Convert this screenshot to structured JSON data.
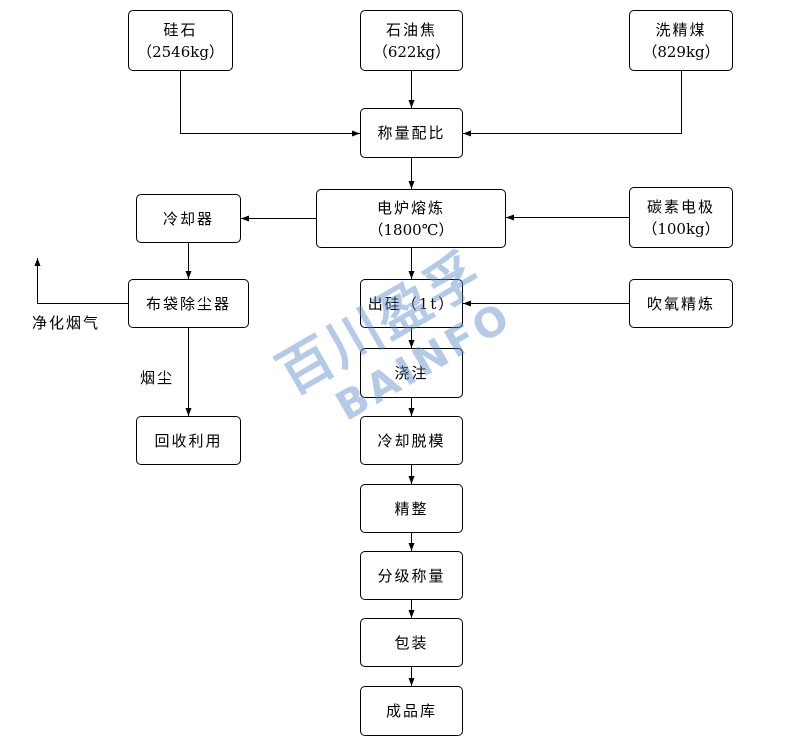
{
  "nodes": {
    "silica": {
      "name": "硅石",
      "amount": "（2546kg）"
    },
    "petroleum_coke": {
      "name": "石油焦",
      "amount": "（622kg）"
    },
    "washed_coal": {
      "name": "洗精煤",
      "amount": "（829kg）"
    },
    "weighing_mixing": {
      "name": "称量配比"
    },
    "electric_furnace": {
      "name": "电炉熔炼",
      "amount": "（1800℃）"
    },
    "cooler": {
      "name": "冷却器"
    },
    "carbon_electrode": {
      "name": "碳素电极",
      "amount": "（100kg）"
    },
    "bag_filter": {
      "name": "布袋除尘器"
    },
    "tapping": {
      "name": "出硅（1t）"
    },
    "oxygen_refining": {
      "name": "吹氧精炼"
    },
    "casting": {
      "name": "浇注"
    },
    "cooling_demolding": {
      "name": "冷却脱模"
    },
    "finishing": {
      "name": "精整"
    },
    "grading_weighing": {
      "name": "分级称量"
    },
    "packaging": {
      "name": "包装"
    },
    "warehouse": {
      "name": "成品库"
    },
    "recycling": {
      "name": "回收利用"
    }
  },
  "labels": {
    "purified_flue_gas": "净化烟气",
    "dust": "烟尘"
  },
  "watermark": {
    "cn": "百川盈孚",
    "en": "BAINFO"
  },
  "colors": {
    "line": "#000000",
    "watermark": "#5a8cc8"
  }
}
